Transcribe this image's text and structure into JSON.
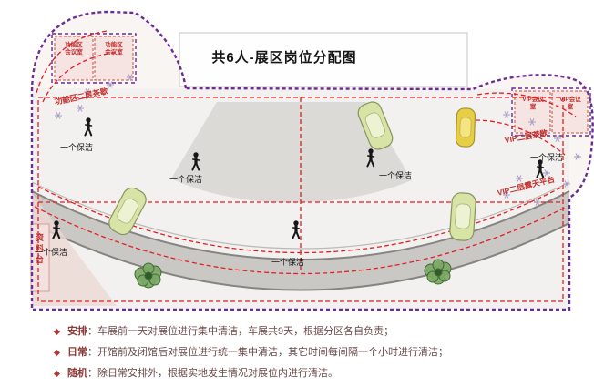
{
  "title": "共6人-展区岗位分配图",
  "plan": {
    "rooms": {
      "func_room_1": "功能区会议室",
      "func_room_2": "功能区会议室",
      "func_tea": "功能区二层茶歇",
      "vip_room_1": "VIP会议室",
      "vip_room_2": "VIP会议室",
      "vip_tea": "VIP二层茶歇",
      "vip_terrace": "VIP二层露天平台"
    },
    "info_desk": "资料台",
    "cleaners": [
      {
        "label": "一个保洁"
      },
      {
        "label": "一个保洁"
      },
      {
        "label": "一个保洁"
      },
      {
        "label": "一个保洁"
      },
      {
        "label": "一个保洁"
      },
      {
        "label": "一个保洁"
      }
    ]
  },
  "notes": [
    {
      "label": "安排",
      "text": "：车展前一天对展位进行集中清洁，车展共9天，根据分区各自负责；"
    },
    {
      "label": "日常",
      "text": "：开馆前及闭馆后对展位进行统一集中清洁，其它时间每间隔一个小时进行清洁；"
    },
    {
      "label": "随机",
      "text": "：除日常安排外，根据实地发生情况对展位内进行清洁。"
    }
  ],
  "colors": {
    "boundary_purple": "#6a2c91",
    "zone_red": "#e31e24",
    "room_text_red": "#c2302e",
    "note_red": "#8d3a36"
  }
}
